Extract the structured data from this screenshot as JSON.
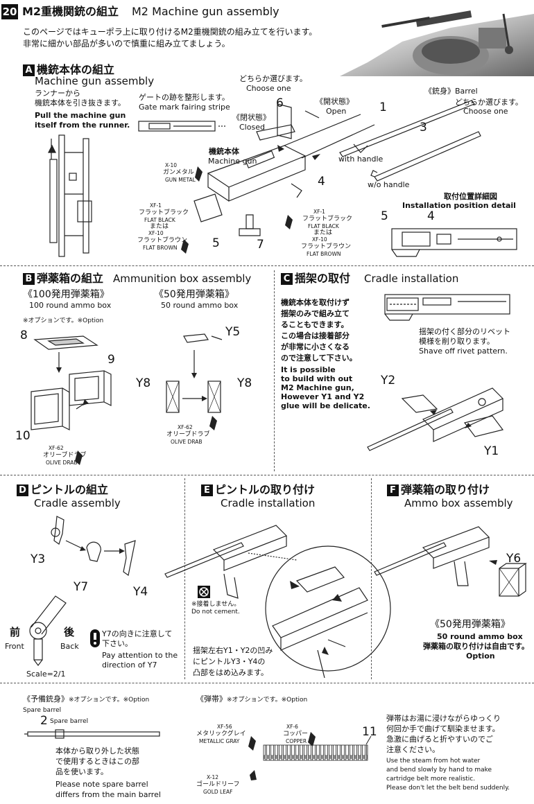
{
  "page": {
    "number": "20",
    "title_ja": "M2重機関銃の組立",
    "title_en": "M2 Machine gun assembly",
    "intro_line1": "このページではキューポラ上に取り付けるM2重機関銃の組み立てを行います。",
    "intro_line2": "非常に細かい部品が多いので慎重に組み立てましょう。"
  },
  "section_a": {
    "badge": "A",
    "title_ja": "機銃本体の組立",
    "title_en": "Machine gun assembly",
    "runner_ja1": "ランナーから",
    "runner_ja2": "機銃本体を引き抜きます。",
    "runner_en1": "Pull the machine gun",
    "runner_en2": "itself from the runner.",
    "gate_ja": "ゲートの跡を整形します。",
    "gate_en": "Gate mark fairing stripe",
    "choose_ja": "どちらか選びます。",
    "choose_en": "Choose one",
    "closed_ja": "《閉状態》",
    "closed_en": "Closed",
    "open_ja": "《開状態》",
    "open_en": "Open",
    "barrel_ja": "《銃身》",
    "barrel_en": "Barrel",
    "choose2_ja": "どちらか選びます。",
    "choose2_en": "Choose one",
    "mg_ja": "機銃本体",
    "mg_en": "Machine gun",
    "with_handle": "with handle",
    "wo_handle": "w/o handle",
    "detail_ja": "取付位置詳細図",
    "detail_en": "Installation position detail",
    "xf10_code": "X-10",
    "xf10_ja": "ガンメタル",
    "xf10_en": "GUN METAL",
    "xf1_code": "XF-1",
    "xf1_ja": "フラットブラック",
    "xf1_en": "FLAT BLACK",
    "or_ja": "または",
    "xf10b_code": "XF-10",
    "xf10b_ja": "フラットブラウン",
    "xf10b_en": "FLAT BROWN",
    "parts": [
      "6",
      "1",
      "3",
      "4",
      "5",
      "7",
      "5",
      "4"
    ]
  },
  "section_b": {
    "badge": "B",
    "title_ja": "弾薬箱の組立",
    "title_en": "Ammunition box assembly",
    "box100_ja": "《100発用弾薬箱》",
    "box100_en": "100 round ammo box",
    "option": "※オプションです。※Option",
    "box50_ja": "《50発用弾薬箱》",
    "box50_en": "50 round ammo box",
    "paint_code": "XF-62",
    "paint_ja": "オリーブドラブ",
    "paint_en": "OLIVE DRAB",
    "parts": [
      "8",
      "9",
      "10",
      "Y5",
      "Y8",
      "Y8"
    ]
  },
  "section_c": {
    "badge": "C",
    "title_ja": "揺架の取付",
    "title_en": "Cradle installation",
    "note_ja1": "機銃本体を取付けず",
    "note_ja2": "揺架のみで組み立て",
    "note_ja3": "ることもできます。",
    "note_ja4": "この場合は接着部分",
    "note_ja5": "が非常に小さくなる",
    "note_ja6": "ので注意して下さい。",
    "note_en1": "It is possible",
    "note_en2": "to build with out",
    "note_en3": "M2 Machine gun,",
    "note_en4": "However Y1 and Y2",
    "note_en5": "glue will be delicate.",
    "rivet_ja1": "揺架の付く部分のリベット",
    "rivet_ja2": "模様を削り取ります。",
    "rivet_en": "Shave off rivet pattern.",
    "parts": [
      "Y2",
      "Y1"
    ]
  },
  "section_d": {
    "badge": "D",
    "title_ja": "ピントルの組立",
    "title_en": "Cradle assembly",
    "front_ja": "前",
    "front_en": "Front",
    "back_ja": "後",
    "back_en": "Back",
    "scale": "Scale=2/1",
    "attention_ja1": "Y7の向きに注意して",
    "attention_ja2": "下さい。",
    "attention_en1": "Pay attention to the",
    "attention_en2": "direction of Y7",
    "parts": [
      "Y3",
      "Y7",
      "Y4"
    ]
  },
  "section_e": {
    "badge": "E",
    "title_ja": "ピントルの取り付け",
    "title_en": "Cradle installation",
    "nocement_ja": "※接着しません。",
    "nocement_en": "Do not cement.",
    "note_ja1": "揺架左右Y1・Y2の凹み",
    "note_ja2": "にピントルY3・Y4の",
    "note_ja3": "凸部をはめ込みます。"
  },
  "section_f": {
    "badge": "F",
    "title_ja": "弾薬箱の取り付け",
    "title_en": "Ammo box assembly",
    "box_ja": "《50発用弾薬箱》",
    "box_en": "50 round ammo box",
    "free_ja": "弾薬箱の取り付けは自由です。",
    "option": "Option",
    "parts": [
      "Y6"
    ]
  },
  "spare": {
    "title_ja": "《予備銃身》",
    "option": "※オプションです。※Option",
    "title_en": "Spare barrel",
    "part_no": "2",
    "part_label": "Spare barrel",
    "note_ja1": "本体から取り外した状態",
    "note_ja2": "で使用するときはこの部",
    "note_ja3": "品を使います。",
    "note_en1": "Please note spare barrel",
    "note_en2": "differs from the main barrel"
  },
  "belt": {
    "title_ja": "《弾帯》",
    "option": "※オプションです。※Option",
    "p1_code": "XF-56",
    "p1_ja": "メタリックグレイ",
    "p1_en": "METALLIC GRAY",
    "p2_code": "XF-6",
    "p2_ja": "コッパー",
    "p2_en": "COPPER",
    "p3_code": "X-12",
    "p3_ja": "ゴールドリーフ",
    "p3_en": "GOLD LEAF",
    "part_no": "11",
    "note_ja1": "弾帯はお湯に浸けながらゆっくり",
    "note_ja2": "何回か手で曲げて馴染ませます。",
    "note_ja3": "急激に曲げると折やすいのでご",
    "note_ja4": "注意ください。",
    "note_en1": "Use the steam from hot water",
    "note_en2": "and bend slowly by hand to make",
    "note_en3": "cartridge belt more realistic.",
    "note_en4": "Please don't let the belt bend suddenly."
  }
}
